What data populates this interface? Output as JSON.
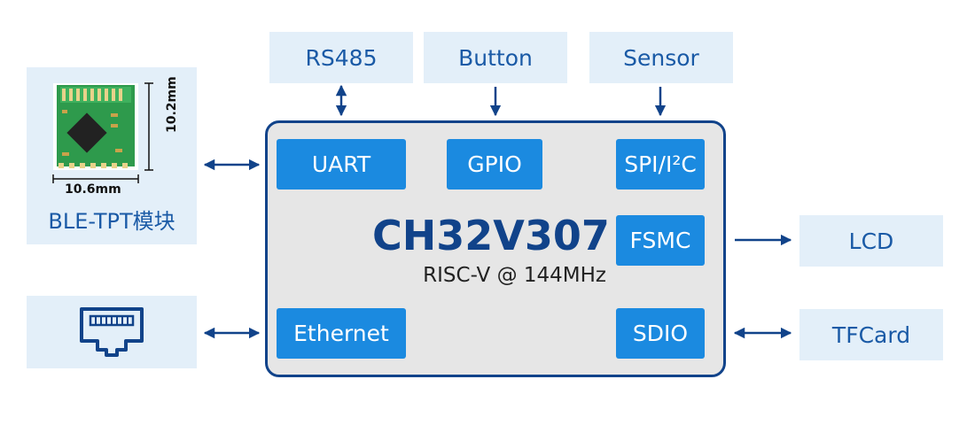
{
  "external": {
    "rs485": "RS485",
    "button": "Button",
    "sensor": "Sensor",
    "lcd": "LCD",
    "tfcard": "TFCard",
    "ble_label": "BLE-TPT模块",
    "ble_width": "10.6mm",
    "ble_height": "10.2mm"
  },
  "chip": {
    "name": "CH32V307",
    "subtitle": "RISC-V @ 144MHz"
  },
  "peripherals": {
    "uart": "UART",
    "gpio": "GPIO",
    "spi_i2c": "SPI/I²C",
    "fsmc": "FSMC",
    "ethernet": "Ethernet",
    "sdio": "SDIO"
  },
  "icons": {
    "ble_module": "ble-module-photo-icon",
    "ethernet_port": "ethernet-port-icon"
  },
  "colors": {
    "external_fill": "#e3eff9",
    "external_text": "#1a5aa6",
    "chip_border": "#11438a",
    "chip_fill": "#e6e6e6",
    "peripheral_fill": "#1b8ae0",
    "arrow": "#11438a"
  }
}
